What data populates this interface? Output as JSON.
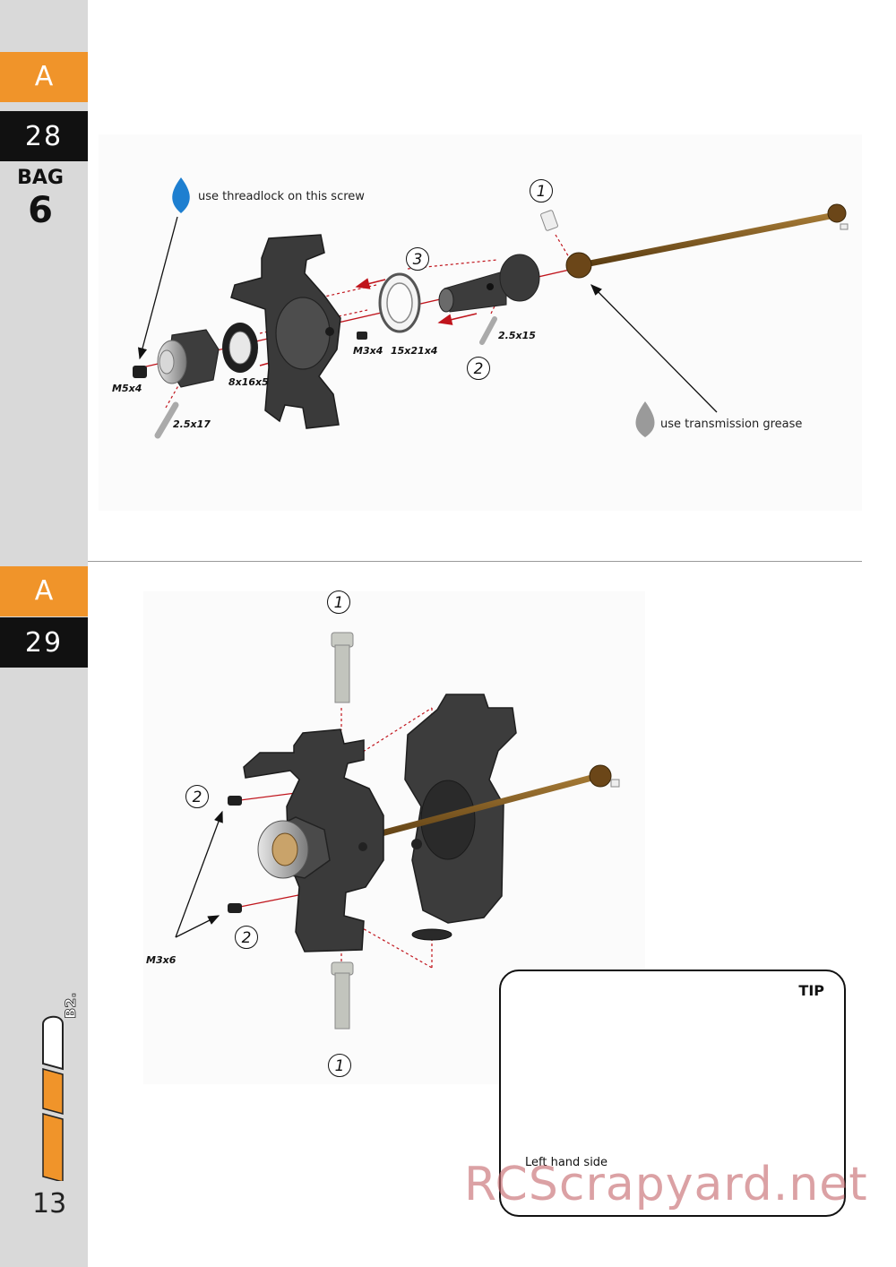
{
  "sidebar": {
    "step1_letter": "A",
    "step1_number": "28",
    "bag_label": "BAG",
    "bag_number": "6",
    "step2_letter": "A",
    "step2_number": "29",
    "logo_text": "B2.0",
    "page_number": "13"
  },
  "step28": {
    "threadlock_note": "use threadlock on this screw",
    "grease_note": "use transmission grease",
    "parts": {
      "screw": "M5x4",
      "pin_small": "2.5x17",
      "bearing_small": "8x16x5",
      "setscrew": "M3x4",
      "bearing_large": "15x21x4",
      "pin_large": "2.5x15"
    },
    "callouts": [
      "1",
      "2",
      "3"
    ]
  },
  "step29": {
    "screw_label": "M3x6",
    "callouts": [
      "1",
      "2",
      "2",
      "1"
    ],
    "tip": {
      "title": "TIP",
      "side_label": "Left hand side"
    }
  },
  "watermark": "RCScrapyard.net",
  "colors": {
    "accent_orange": "#f0942a",
    "tab_black": "#111111",
    "sidebar_gray": "#d9d9d9",
    "assembly_line_red": "#c0141c",
    "part_dark": "#3a3a3a",
    "driveshaft_bronze": "#7a5620",
    "drop_blue": "#1e7fd0",
    "drop_gray": "#9a9a9a",
    "watermark_pink": "#c86e73"
  }
}
